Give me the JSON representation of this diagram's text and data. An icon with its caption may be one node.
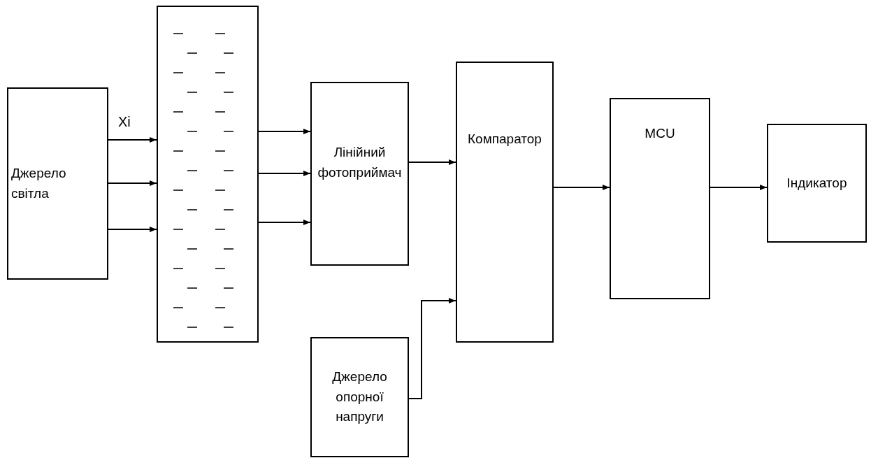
{
  "diagram": {
    "nodes": [
      {
        "text": [
          "Джерело світла"
        ]
      },
      {
        "text": [],
        "shape": "box"
      },
      {
        "text": [
          "Лінійний фотоприймач"
        ]
      },
      {
        "text": [
          "Компаратор"
        ]
      },
      {
        "text": [
          "MCU"
        ]
      },
      {
        "text": [
          "Індикатор"
        ]
      },
      {
        "text": [
          "Джерело опорної напруги"
        ]
      }
    ],
    "edges": [
      {
        "from": 0,
        "to": 1,
        "arrow": "to",
        "label": "Xi"
      },
      {
        "from": 0,
        "to": 1,
        "arrow": "to"
      },
      {
        "from": 0,
        "to": 1,
        "arrow": "to"
      },
      {
        "from": 1,
        "to": 2,
        "arrow": "to"
      },
      {
        "from": 1,
        "to": 2,
        "arrow": "to"
      },
      {
        "from": 1,
        "to": 2,
        "arrow": "to"
      },
      {
        "from": 2,
        "to": 3,
        "arrow": "to"
      },
      {
        "from": 6,
        "to": 3,
        "arrow": "to"
      },
      {
        "from": 3,
        "to": 4,
        "arrow": "to"
      },
      {
        "from": 4,
        "to": 5,
        "arrow": "to"
      }
    ]
  }
}
